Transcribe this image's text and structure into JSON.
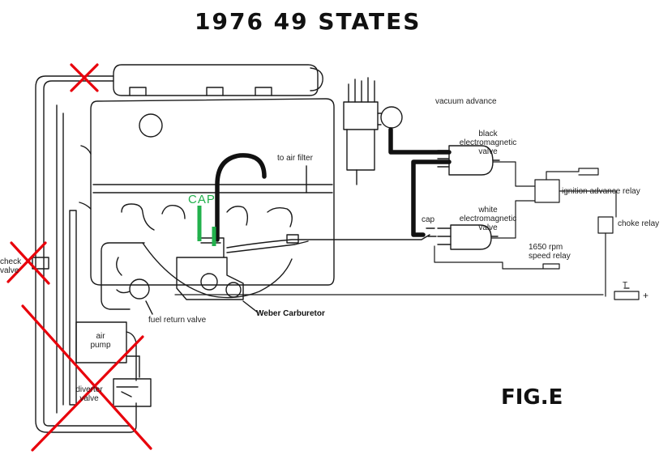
{
  "title": "1976 49 STATES",
  "figure_label": "FIG.E",
  "annotation_cap": "CAP",
  "colors": {
    "line": "#1a1a1a",
    "cross": "#e8000b",
    "cap_marker": "#22b14c",
    "background": "#ffffff"
  },
  "labels": {
    "vacuum_advance": "vacuum advance",
    "black_valve": [
      "black",
      "electromagnetic",
      "valve"
    ],
    "to_air_filter": "to air filter",
    "ignition_advance_relay": "ignition advance relay",
    "cap": "cap",
    "white_valve": [
      "white",
      "electromagnetic",
      "valve"
    ],
    "choke_relay": "choke relay",
    "speed_relay": [
      "1650 rpm",
      "speed relay"
    ],
    "check_valve": [
      "check",
      "valve"
    ],
    "fuel_return_valve": "fuel return valve",
    "weber_carburetor": "Weber Carburetor",
    "air_pump": [
      "air",
      "pump"
    ],
    "diverter_valve": [
      "diverter",
      "valve"
    ],
    "terminal_t": "T",
    "terminal_plus": "+"
  }
}
